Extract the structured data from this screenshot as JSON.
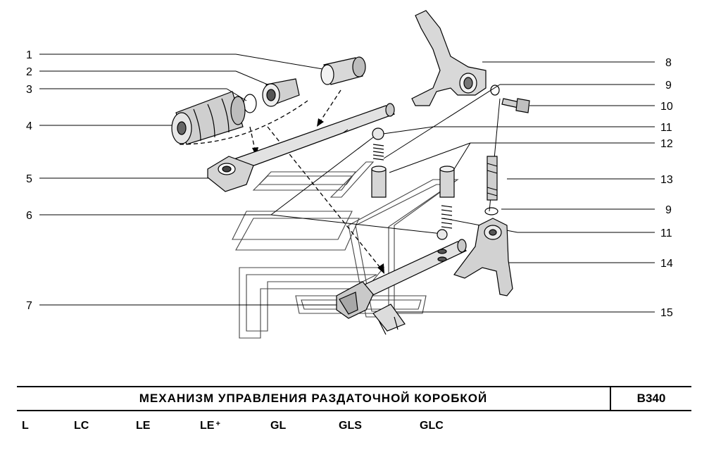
{
  "callouts": {
    "c1": "1",
    "c2": "2",
    "c3": "3",
    "c4": "4",
    "c5": "5",
    "c6": "6",
    "c7": "7",
    "c8": "8",
    "c9a": "9",
    "c10": "10",
    "c11a": "11",
    "c12": "12",
    "c13": "13",
    "c9b": "9",
    "c11b": "11",
    "c14": "14",
    "c15": "15"
  },
  "title_bar": {
    "title": "МЕХАНИЗМ УПРАВЛЕНИЯ РАЗДАТОЧНОЙ КОРОБКОЙ",
    "code": "В340"
  },
  "trim_levels": [
    {
      "label": "L",
      "sup": ""
    },
    {
      "label": "LC",
      "sup": ""
    },
    {
      "label": "LE",
      "sup": ""
    },
    {
      "label": "LE",
      "sup": "+"
    },
    {
      "label": "GL",
      "sup": ""
    },
    {
      "label": "GLS",
      "sup": ""
    },
    {
      "label": "GLC",
      "sup": ""
    }
  ]
}
